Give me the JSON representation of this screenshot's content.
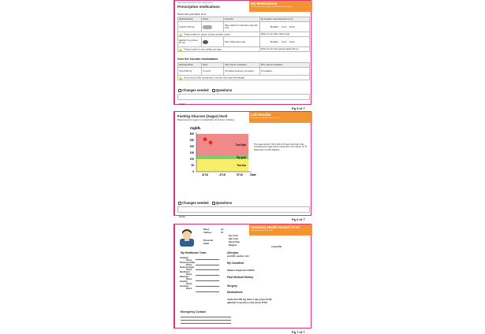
{
  "page1": {
    "top_label": "Generated Schedule Type: Meal based",
    "title": "Prescription medications",
    "doctor": "Doctor who prescribed: Dr. B",
    "orange_title": "My Medications",
    "orange_sub": "List of medications, things to watch for, and schedule",
    "headers": [
      "Medication/Dose",
      "Picture",
      "Instruction",
      "My schedule: mark what works for you"
    ],
    "meds": [
      {
        "name": "metformin 500 mg",
        "instruction": "Take 1 tablet by mouth twice a day with meal",
        "schedule": [
          "Breakfast",
          "Lunch",
          "Dinner"
        ]
      },
      {
        "name": "glipizide 5 mg (normal Rx: 10)",
        "instruction": "Take 1 tablet twice a day",
        "schedule": [
          "Breakfast",
          "Lunch",
          "Dinner"
        ]
      }
    ],
    "warn1": "Things to watch for: nausea, vomiting, stomach cramps",
    "warn1_right": "What I can do: Take it with a meal.",
    "warn2": "Things to watch for: rash, swelling, low sugar",
    "warn2_right": "What I can do: Carry glucose tablets with me.",
    "otc_title": "Over the Counter medications",
    "otc_headers": [
      "Medication/Dose",
      "Route",
      "How I take the medication",
      "Why I take the medication"
    ],
    "otc_row": [
      "Tylenol 500 mg",
      "by mouth",
      "Two tablets Frequency: as needed",
      "for headache"
    ],
    "otc_warn": "Do not exceed 3,000 mg total dose in one day. (Can cause liver damage)",
    "changes": "Changes needed",
    "questions": "Questions",
    "details": "Details:",
    "page_num": "Pg 5 of 7"
  },
  "page2": {
    "title": "Fasting Glucose (Sugar) level",
    "subtitle": "Measurement of sugar in my blood after 10-12 hours of fasting",
    "orange_title": "Lab Results",
    "orange_sub": "Lab values compared to previous visit",
    "note": "The sugar levels in 3/'16 and 4/'16 were both high. After increasing the sugar levels measured for two weeks, Dr. B diagnosed me with diabetes.",
    "changes": "Changes needed",
    "questions": "Questions",
    "details": "Details:",
    "page_num": "Pg 6 of 7"
  },
  "chart_data": {
    "type": "scatter",
    "ylabel": "mg/dL",
    "xlabel": "Date",
    "categories": [
      "3/'16",
      "4/'16",
      "5/'16"
    ],
    "ylim": [
      0,
      300
    ],
    "yticks": [
      0,
      50,
      100,
      150,
      200,
      250,
      300
    ],
    "bands": [
      {
        "label": "Too high",
        "from": 125,
        "to": 300,
        "color": "#f08a8a"
      },
      {
        "label": "My goal",
        "from": 100,
        "to": 125,
        "color": "#7ccf6f"
      },
      {
        "label": "Too low",
        "from": 0,
        "to": 100,
        "color": "#f7ef6a"
      }
    ],
    "points": [
      {
        "x": "3/'16",
        "y": 258
      },
      {
        "x": "3/'16",
        "y": 232
      }
    ],
    "point_color": "#e8262a"
  },
  "page3": {
    "orange_title": "Summary Health Record of AJ",
    "orange_sub": "Take this with me to all visits",
    "left_fields": [
      "Name",
      "Address",
      "Phone No",
      "Email"
    ],
    "left_values": [
      "AJ",
      "54",
      "",
      ""
    ],
    "right_fields": [
      "Eye Color",
      "Hair Color",
      "Blood Type",
      "Religion"
    ],
    "right_values": [
      "",
      "",
      "",
      "Living Will"
    ],
    "team_title": "My Healthcare Team",
    "team": [
      "Caregiver",
      "Phone",
      "Primary provider",
      "Phone",
      "Endocrinologist",
      "Phone",
      "Nutritionist",
      "Phone",
      "Pharmacy",
      "Phone",
      "Hospital",
      "Phone",
      "Insurance",
      "Phone"
    ],
    "allergies_title": "Allergies",
    "allergies": "penicillin: reaction: rash",
    "condition_title": "My Condition",
    "condition": "Diabetes: Diagnosed in 6/2016",
    "history_title": "Past Medical History",
    "surgery_title": "Surgery",
    "meds_title": "Medications",
    "meds": [
      "metformin 500 mg twice a day  (since 6/'16)",
      "glipizide 5 mg twice a day (since 5/'16)"
    ],
    "emergency": "Emergency Contact",
    "page_num": "Pg 7 of 7"
  }
}
